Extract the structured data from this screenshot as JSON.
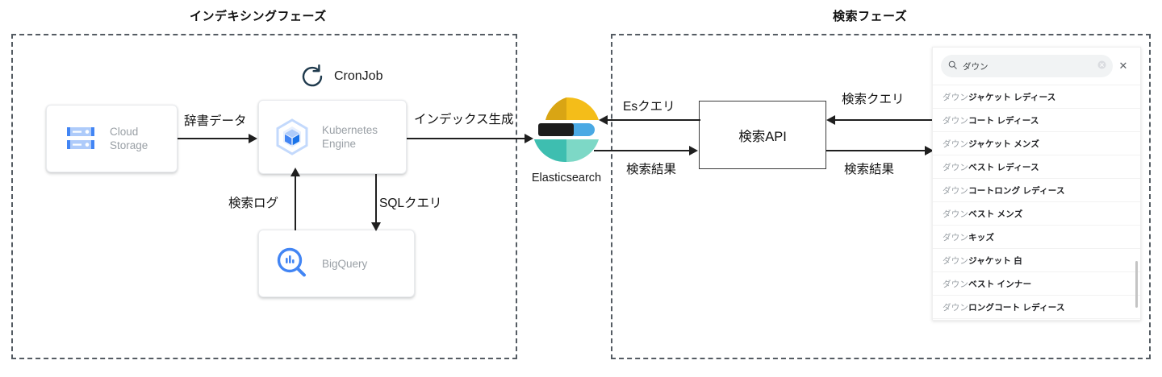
{
  "phases": {
    "indexing": {
      "title": "インデキシングフェーズ"
    },
    "search": {
      "title": "検索フェーズ"
    }
  },
  "nodes": {
    "cloud_storage": {
      "label": "Cloud\nStorage",
      "icon": "cloud-storage-icon"
    },
    "kubernetes_engine": {
      "label": "Kubernetes\nEngine",
      "icon": "kubernetes-engine-icon"
    },
    "bigquery": {
      "label": "BigQuery",
      "icon": "bigquery-icon"
    },
    "cronjob": {
      "label": "CronJob",
      "icon": "cronjob-refresh-icon"
    },
    "elasticsearch": {
      "label": "Elasticsearch",
      "icon": "elasticsearch-logo-icon"
    },
    "search_api": {
      "label": "検索API"
    }
  },
  "edges": {
    "dictionary_data": "辞書データ",
    "index_generation": "インデックス生成",
    "search_log": "検索ログ",
    "sql_query": "SQLクエリ",
    "es_query": "Esクエリ",
    "search_result_left": "検索結果",
    "search_query": "検索クエリ",
    "search_result_right": "検索結果"
  },
  "suggest": {
    "query": "ダウン",
    "search_icon": "search-icon",
    "clear_icon": "clear-circle-icon",
    "close_label": "✕",
    "items": [
      {
        "q": "ダウン",
        "r": "ジャケット レディース"
      },
      {
        "q": "ダウン",
        "r": "コート レディース"
      },
      {
        "q": "ダウン",
        "r": "ジャケット メンズ"
      },
      {
        "q": "ダウン",
        "r": "ベスト レディース"
      },
      {
        "q": "ダウン",
        "r": "コートロング レディース"
      },
      {
        "q": "ダウン",
        "r": "ベスト メンズ"
      },
      {
        "q": "ダウン",
        "r": "キッズ"
      },
      {
        "q": "ダウン",
        "r": "ジャケット 白"
      },
      {
        "q": "ダウン ",
        "r": "ベスト インナー"
      },
      {
        "q": "ダウン",
        "r": "ロングコート レディース"
      }
    ]
  },
  "colors": {
    "es_yellow": "#F0BF1A",
    "es_blue": "#3EBEB0",
    "es_black": "#1C1C1C",
    "es_teal": "#49C1B1",
    "gcp_blue": "#4285F4",
    "dash_border": "#555c63",
    "label_grey": "#9aa0a6"
  }
}
